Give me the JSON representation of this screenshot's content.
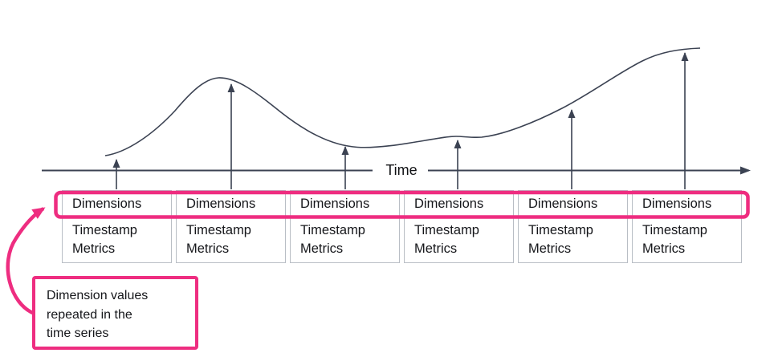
{
  "axis": {
    "label": "Time"
  },
  "records": {
    "count": 6,
    "fields": [
      "Dimensions",
      "Timestamp",
      "Metrics"
    ]
  },
  "annotation": {
    "lines": [
      "Dimension values",
      "repeated in the",
      "time series"
    ]
  },
  "colors": {
    "accent_pink": "#ee2d80",
    "line": "#3b4252",
    "box_border": "#b9bec5",
    "text": "#15161a"
  }
}
